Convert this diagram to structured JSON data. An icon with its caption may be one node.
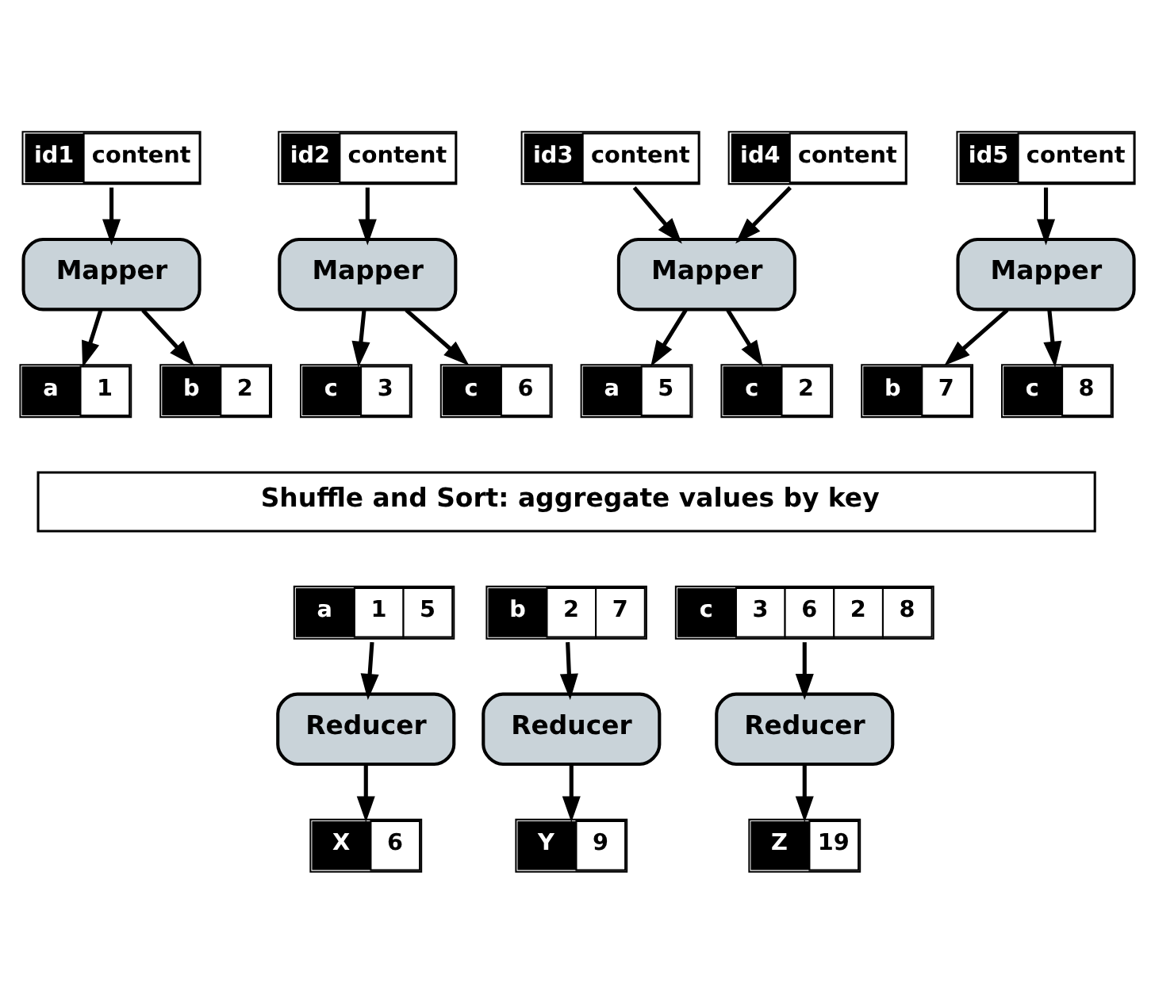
{
  "diagram": {
    "nodes": [
      {
        "text": [
          "id1",
          "content"
        ]
      },
      {
        "text": [
          "id2",
          "content"
        ]
      },
      {
        "text": [
          "id3",
          "content"
        ]
      },
      {
        "text": [
          "id4",
          "content"
        ]
      },
      {
        "text": [
          "id5",
          "content"
        ]
      },
      {
        "text": [
          "Mapper"
        ]
      },
      {
        "text": [
          "Mapper"
        ]
      },
      {
        "text": [
          "Mapper"
        ]
      },
      {
        "text": [
          "Mapper"
        ]
      },
      {
        "text": [
          "a",
          "1"
        ]
      },
      {
        "text": [
          "b",
          "2"
        ]
      },
      {
        "text": [
          "c",
          "3"
        ]
      },
      {
        "text": [
          "c",
          "6"
        ]
      },
      {
        "text": [
          "a",
          "5"
        ]
      },
      {
        "text": [
          "c",
          "2"
        ]
      },
      {
        "text": [
          "b",
          "7"
        ]
      },
      {
        "text": [
          "c",
          "8"
        ]
      },
      {
        "text": [
          "Shuffle and Sort: aggregate values by key"
        ]
      },
      {
        "text": [
          "a",
          "1",
          "5"
        ]
      },
      {
        "text": [
          "b",
          "2",
          "7"
        ]
      },
      {
        "text": [
          "c",
          "3",
          "6",
          "2",
          "8"
        ]
      },
      {
        "text": [
          "Reducer"
        ]
      },
      {
        "text": [
          "Reducer"
        ]
      },
      {
        "text": [
          "Reducer"
        ]
      },
      {
        "text": [
          "X",
          "6"
        ]
      },
      {
        "text": [
          "Y",
          "9"
        ]
      },
      {
        "text": [
          "Z",
          "19"
        ]
      }
    ],
    "edges": [
      {
        "from": 0,
        "to": 5,
        "arrow": "to"
      },
      {
        "from": 1,
        "to": 6,
        "arrow": "to"
      },
      {
        "from": 2,
        "to": 7,
        "arrow": "to"
      },
      {
        "from": 3,
        "to": 7,
        "arrow": "to"
      },
      {
        "from": 4,
        "to": 8,
        "arrow": "to"
      },
      {
        "from": 5,
        "to": 9,
        "arrow": "to"
      },
      {
        "from": 5,
        "to": 10,
        "arrow": "to"
      },
      {
        "from": 6,
        "to": 11,
        "arrow": "to"
      },
      {
        "from": 6,
        "to": 12,
        "arrow": "to"
      },
      {
        "from": 7,
        "to": 13,
        "arrow": "to"
      },
      {
        "from": 7,
        "to": 14,
        "arrow": "to"
      },
      {
        "from": 8,
        "to": 15,
        "arrow": "to"
      },
      {
        "from": 8,
        "to": 16,
        "arrow": "to"
      },
      {
        "from": 18,
        "to": 21,
        "arrow": "to"
      },
      {
        "from": 19,
        "to": 22,
        "arrow": "to"
      },
      {
        "from": 20,
        "to": 23,
        "arrow": "to"
      },
      {
        "from": 21,
        "to": 24,
        "arrow": "to"
      },
      {
        "from": 22,
        "to": 25,
        "arrow": "to"
      },
      {
        "from": 23,
        "to": 26,
        "arrow": "to"
      }
    ]
  }
}
